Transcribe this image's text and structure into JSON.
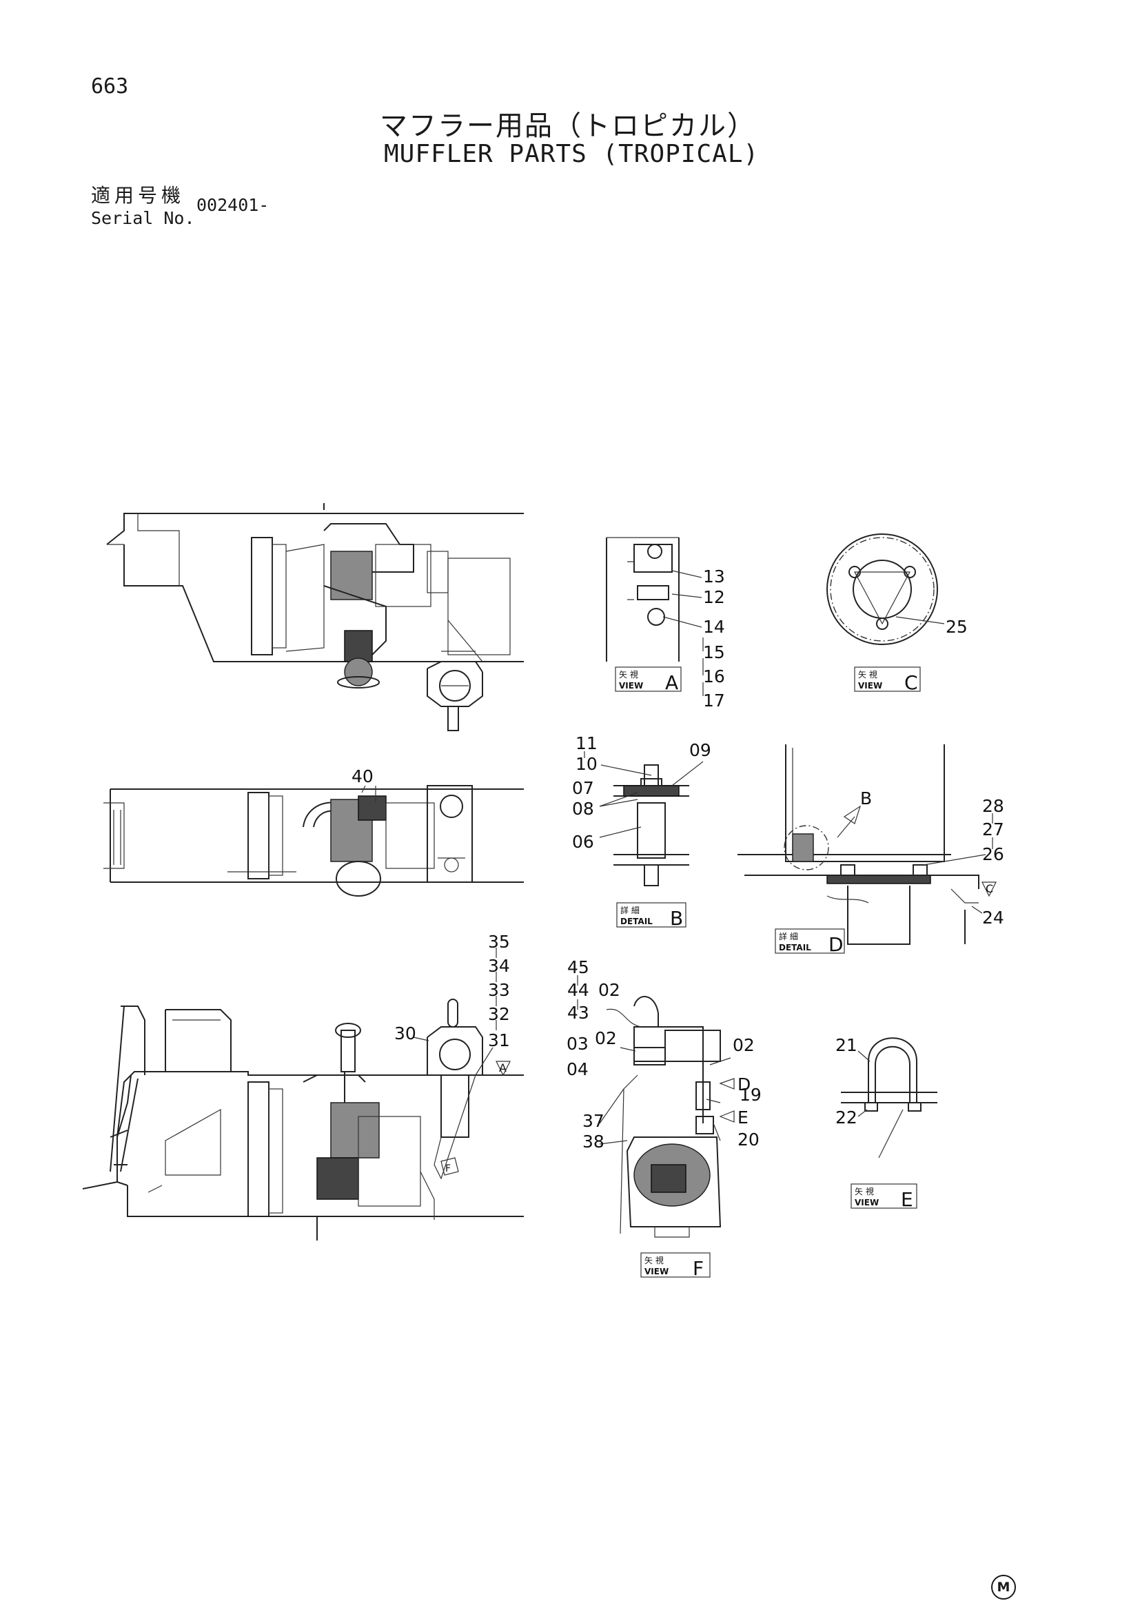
{
  "page_number": "663",
  "title_jp": "マフラー用品（トロピカル）",
  "title_en": "MUFFLER PARTS (TROPICAL)",
  "serial": {
    "label_jp": "適用号機",
    "label_en": "Serial No.",
    "value": "002401-"
  },
  "views": {
    "view_a": {
      "jp": "矢 視",
      "en": "VIEW",
      "letter": "A"
    },
    "view_c": {
      "jp": "矢 視",
      "en": "VIEW",
      "letter": "C"
    },
    "detail_b": {
      "jp": "詳 細",
      "en": "DETAIL",
      "letter": "B"
    },
    "detail_d": {
      "jp": "詳 細",
      "en": "DETAIL",
      "letter": "D"
    },
    "view_e": {
      "jp": "矢 視",
      "en": "VIEW",
      "letter": "E"
    },
    "view_f": {
      "jp": "矢 視",
      "en": "VIEW",
      "letter": "F"
    }
  },
  "callouts": {
    "p13": "13",
    "p12": "12",
    "p14": "14",
    "p15": "15",
    "p16": "16",
    "p17": "17",
    "p25": "25",
    "p11": "11",
    "p10": "10",
    "p09": "09",
    "p07": "07",
    "p08": "08",
    "p06": "06",
    "p40": "40",
    "p28": "28",
    "p27": "27",
    "p26": "26",
    "p24": "24",
    "marker_b": "B",
    "marker_c": "C",
    "p35": "35",
    "p34": "34",
    "p33": "33",
    "p32": "32",
    "p31": "31",
    "p30": "30",
    "marker_a": "A",
    "marker_f": "F",
    "p45": "45",
    "p44": "44",
    "p43": "43",
    "p02a": "02",
    "p02b": "02",
    "p02c": "02",
    "p03": "03",
    "p04": "04",
    "p19": "19",
    "p20": "20",
    "p37": "37",
    "p38": "38",
    "marker_d": "D",
    "marker_e": "E",
    "p21": "21",
    "p22": "22"
  },
  "manufacturer_mark": "M"
}
